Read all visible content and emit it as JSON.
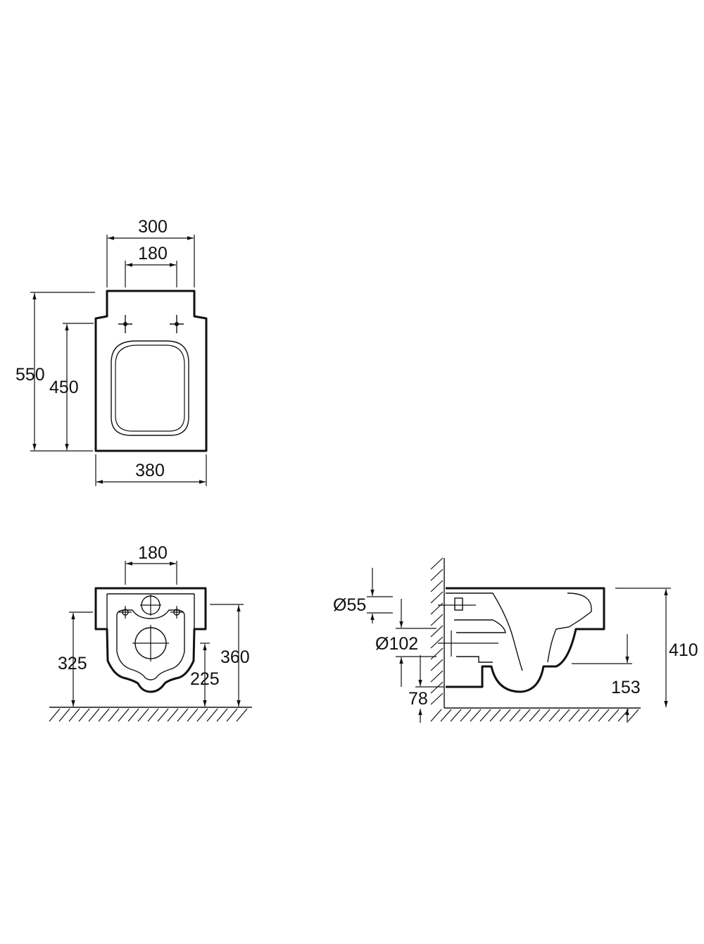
{
  "colors": {
    "stroke": "#111111",
    "background": "#ffffff"
  },
  "top_view": {
    "dim_width_outer": "300",
    "dim_width_inner": "180",
    "dim_length_total": "550",
    "dim_length_bowl": "450",
    "dim_width_body": "380"
  },
  "front_view": {
    "dim_fixing_spacing": "180",
    "dim_fixing_height": "325",
    "dim_inlet_height": "360",
    "dim_outlet_height": "225"
  },
  "side_view": {
    "dim_inlet_diameter": "Ø55",
    "dim_outlet_diameter": "Ø102",
    "dim_outlet_offset": "78",
    "dim_total_height": "410",
    "dim_rim_height": "153"
  }
}
